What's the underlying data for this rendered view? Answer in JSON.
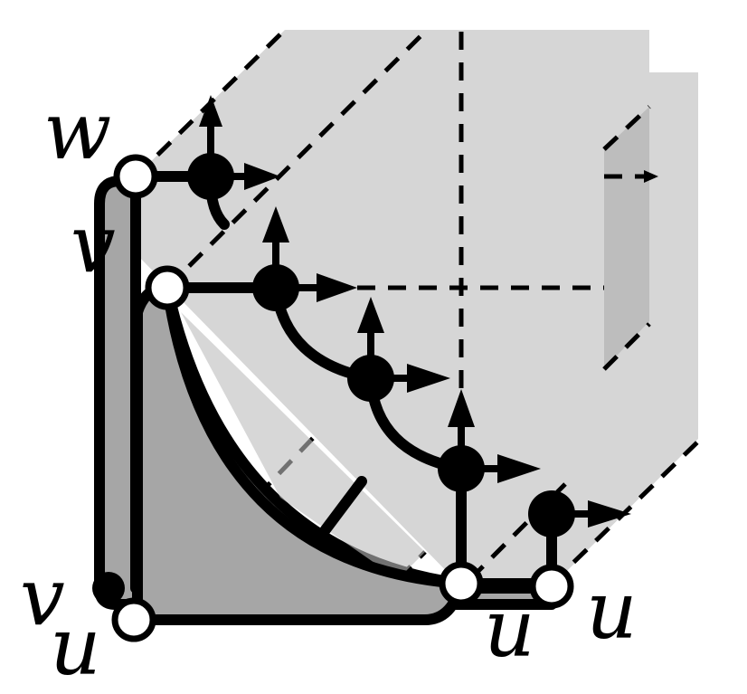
{
  "figure": {
    "labels": {
      "w_top": "w",
      "v_left": "v",
      "v_bottom": "v",
      "u_bottom_left": "u",
      "u_bottom_mid": "u",
      "u_bottom_right": "u"
    },
    "colors": {
      "light_gray": "#d6d6d6",
      "mid_gray": "#bdbdbd",
      "dark_gray": "#a6a6a6",
      "black": "#000000",
      "white": "#ffffff"
    }
  }
}
